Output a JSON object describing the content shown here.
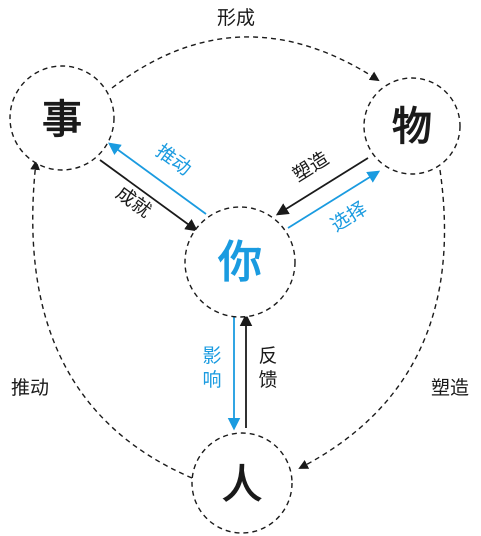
{
  "nodes": {
    "shi": "事",
    "wu": "物",
    "ni": "你",
    "ren": "人"
  },
  "outer_labels": {
    "top": "形成",
    "left": "推动",
    "right": "塑造"
  },
  "inner_labels": {
    "shi_to_ni": "成就",
    "ni_to_shi": "推动",
    "wu_to_ni": "塑造",
    "ni_to_wu": "选择",
    "ni_to_ren": "影响",
    "ren_to_ni": "反馈"
  },
  "colors": {
    "dark": "#1a1a1a",
    "accent": "#1a9be0"
  }
}
